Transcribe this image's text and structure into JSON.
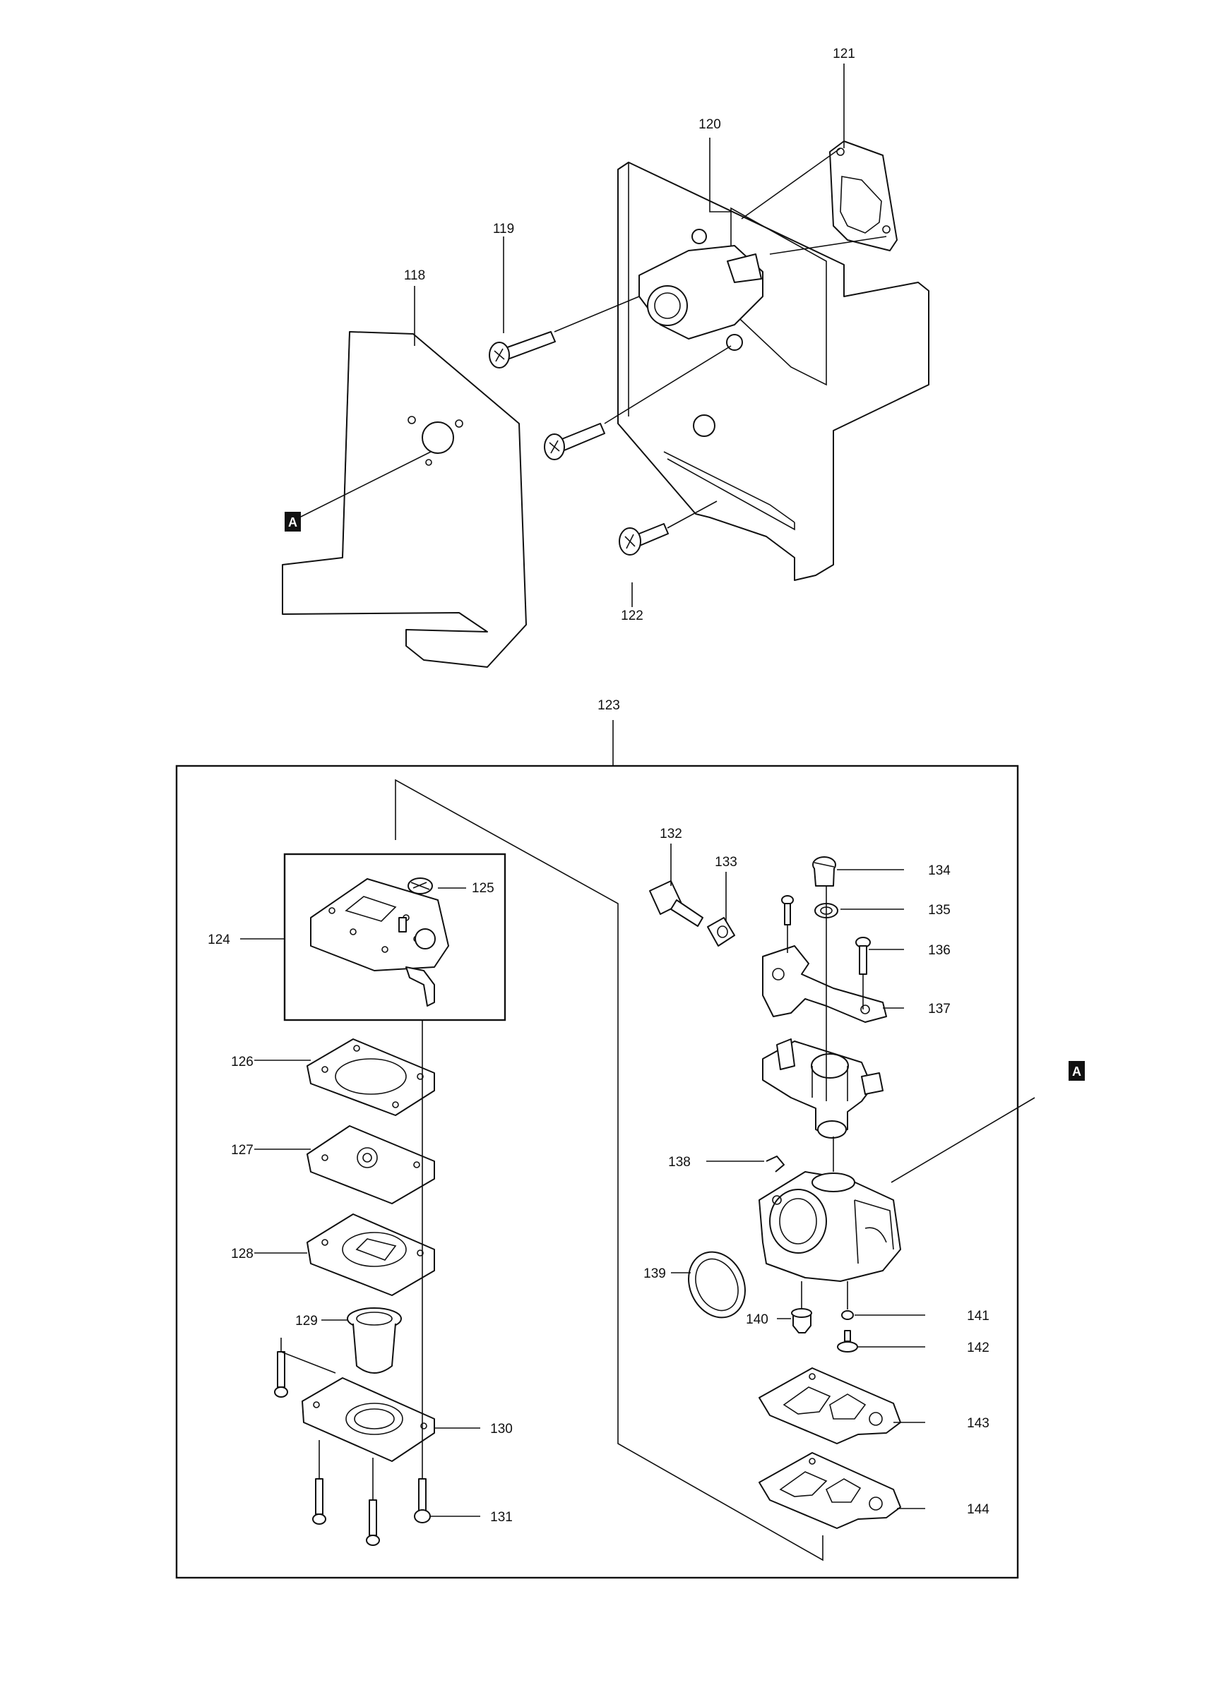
{
  "labels": {
    "l118": "118",
    "l119": "119",
    "l120": "120",
    "l121": "121",
    "l122": "122",
    "l123": "123",
    "l124": "124",
    "l125": "125",
    "l126": "126",
    "l127": "127",
    "l128": "128",
    "l129": "129",
    "l130": "130",
    "l131": "131",
    "l132": "132",
    "l133": "133",
    "l134": "134",
    "l135": "135",
    "l136": "136",
    "l137": "137",
    "l138": "138",
    "l139": "139",
    "l140": "140",
    "l141": "141",
    "l142": "142",
    "l143": "143",
    "l144": "144"
  },
  "ref_marker": "A"
}
